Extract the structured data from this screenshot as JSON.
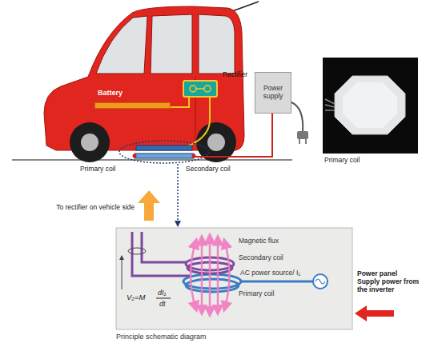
{
  "diagram": {
    "nodes": [
      {
        "text": [
          "Battery"
        ]
      },
      {
        "text": [
          "Rectifier"
        ]
      },
      {
        "text": [
          "Power supply"
        ]
      },
      {
        "text": [
          "Principle schematic diagram"
        ]
      }
    ],
    "edges": [
      {
        "from": 1,
        "to": 0,
        "arrow": "none"
      }
    ],
    "labels": [
      "Primary coil",
      "Secondary coil",
      "Primary coil",
      "To rectifier on vehicle side",
      "Magnetic flux",
      "Secondary coil",
      "AC power source/ I₁",
      "Primary coil",
      "V₂=M",
      "dI₁",
      "dt",
      "Power panel Supply power from the inverter"
    ]
  }
}
